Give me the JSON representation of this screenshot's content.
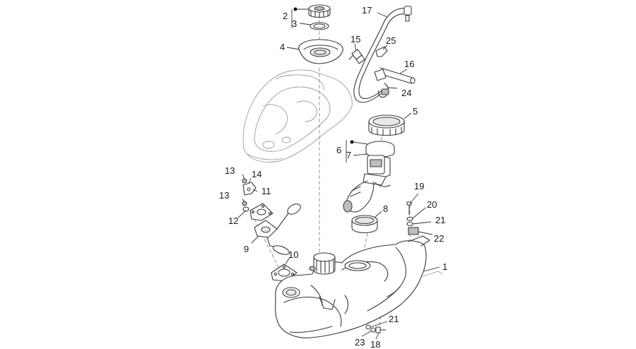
{
  "callouts": [
    "1",
    "2",
    "3",
    "4",
    "5",
    "6",
    "7",
    "8",
    "9",
    "10",
    "11",
    "12",
    "13",
    "13",
    "14",
    "15",
    "16",
    "17",
    "18",
    "19",
    "20",
    "21",
    "21",
    "22",
    "23",
    "24",
    "25"
  ],
  "part_numbers": {
    "fuel_tank": "1",
    "filler_cap": "2",
    "cap_seal": "3",
    "filler_flange": "4",
    "pump_ring_nut": "5",
    "fuel_pump": "6",
    "pump_gasket": "7",
    "pump_seal": "8",
    "level_sender": "9",
    "sender_gasket": "10",
    "sender_plate": "11",
    "washer_left": "12",
    "screw_left_a": "13",
    "screw_left_b": "13",
    "bracket_14": "14",
    "connector_15": "15",
    "breather_pipe_16": "16",
    "fuel_hose_17": "17",
    "bolt_bottom": "18",
    "bolt_right": "19",
    "washer_20": "20",
    "washer_21_right": "21",
    "washer_21_bottom": "21",
    "clip_22": "22",
    "washer_23": "23",
    "hose_clamp_24": "24",
    "fitting_25": "25"
  }
}
